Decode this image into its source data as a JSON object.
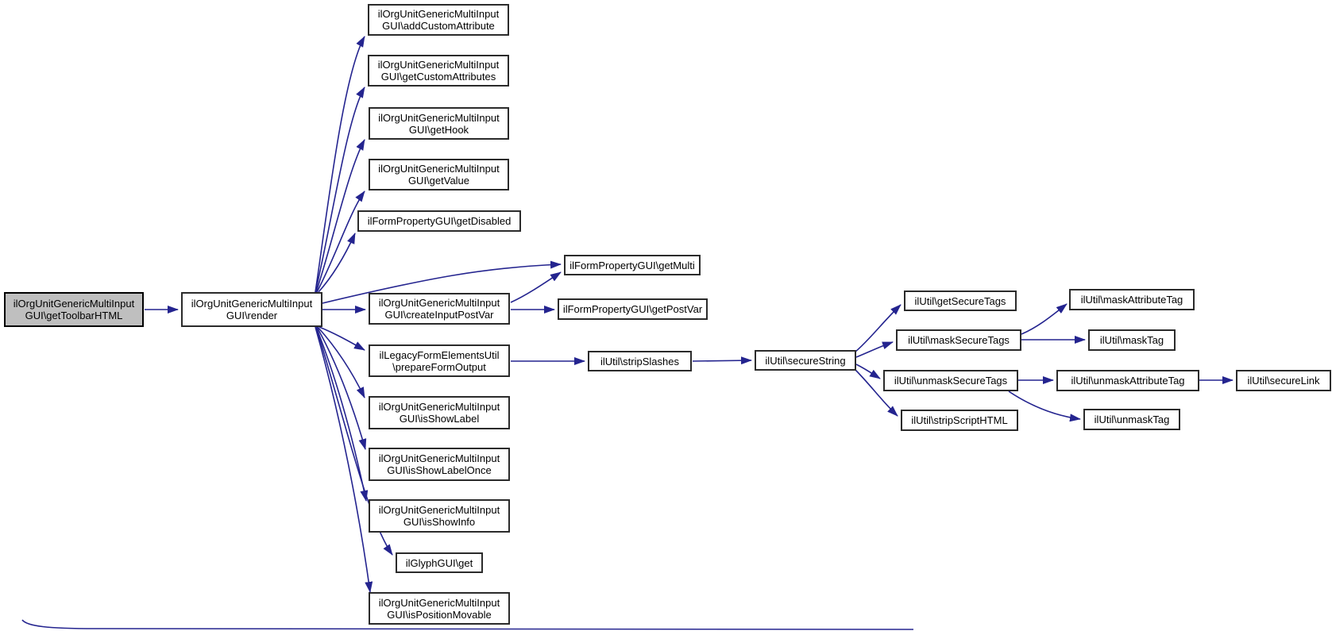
{
  "diagram": {
    "type": "call-graph",
    "highlighted_node": "getToolbarHTML",
    "colors": {
      "edge": "#24248f",
      "node_border": "#2b2b2b",
      "node_fill": "#ffffff",
      "highlight_fill": "#bfbfbf",
      "text": "#000000",
      "background": "#ffffff"
    },
    "nodes": {
      "getToolbarHTML": {
        "label": "ilOrgUnitGenericMultiInput\nGUI\\getToolbarHTML"
      },
      "render": {
        "label": "ilOrgUnitGenericMultiInput\nGUI\\render"
      },
      "addCustomAttribute": {
        "label": "ilOrgUnitGenericMultiInput\nGUI\\addCustomAttribute"
      },
      "getCustomAttributes": {
        "label": "ilOrgUnitGenericMultiInput\nGUI\\getCustomAttributes"
      },
      "getHook": {
        "label": "ilOrgUnitGenericMultiInput\nGUI\\getHook"
      },
      "getValue": {
        "label": "ilOrgUnitGenericMultiInput\nGUI\\getValue"
      },
      "getDisabled": {
        "label": "ilFormPropertyGUI\\getDisabled"
      },
      "getMulti": {
        "label": "ilFormPropertyGUI\\getMulti"
      },
      "createInputPostVar": {
        "label": "ilOrgUnitGenericMultiInput\nGUI\\createInputPostVar"
      },
      "getPostVar": {
        "label": "ilFormPropertyGUI\\getPostVar"
      },
      "prepareFormOutput": {
        "label": "ilLegacyFormElementsUtil\n\\prepareFormOutput"
      },
      "isShowLabel": {
        "label": "ilOrgUnitGenericMultiInput\nGUI\\isShowLabel"
      },
      "isShowLabelOnce": {
        "label": "ilOrgUnitGenericMultiInput\nGUI\\isShowLabelOnce"
      },
      "isShowInfo": {
        "label": "ilOrgUnitGenericMultiInput\nGUI\\isShowInfo"
      },
      "glyphGet": {
        "label": "ilGlyphGUI\\get"
      },
      "isPositionMovable": {
        "label": "ilOrgUnitGenericMultiInput\nGUI\\isPositionMovable"
      },
      "stripSlashes": {
        "label": "ilUtil\\stripSlashes"
      },
      "secureString": {
        "label": "ilUtil\\secureString"
      },
      "getSecureTags": {
        "label": "ilUtil\\getSecureTags"
      },
      "maskSecureTags": {
        "label": "ilUtil\\maskSecureTags"
      },
      "unmaskSecureTags": {
        "label": "ilUtil\\unmaskSecureTags"
      },
      "stripScriptHTML": {
        "label": "ilUtil\\stripScriptHTML"
      },
      "maskAttributeTag": {
        "label": "ilUtil\\maskAttributeTag"
      },
      "maskTag": {
        "label": "ilUtil\\maskTag"
      },
      "unmaskAttributeTag": {
        "label": "ilUtil\\unmaskAttributeTag"
      },
      "unmaskTag": {
        "label": "ilUtil\\unmaskTag"
      },
      "secureLink": {
        "label": "ilUtil\\secureLink"
      }
    },
    "edges": [
      {
        "from": "getToolbarHTML",
        "to": "render"
      },
      {
        "from": "render",
        "to": "addCustomAttribute"
      },
      {
        "from": "render",
        "to": "getCustomAttributes"
      },
      {
        "from": "render",
        "to": "getHook"
      },
      {
        "from": "render",
        "to": "getValue"
      },
      {
        "from": "render",
        "to": "getDisabled"
      },
      {
        "from": "render",
        "to": "getMulti"
      },
      {
        "from": "render",
        "to": "createInputPostVar"
      },
      {
        "from": "render",
        "to": "prepareFormOutput"
      },
      {
        "from": "render",
        "to": "isShowLabel"
      },
      {
        "from": "render",
        "to": "isShowLabelOnce"
      },
      {
        "from": "render",
        "to": "isShowInfo"
      },
      {
        "from": "render",
        "to": "glyphGet"
      },
      {
        "from": "render",
        "to": "isPositionMovable"
      },
      {
        "from": "createInputPostVar",
        "to": "getMulti"
      },
      {
        "from": "createInputPostVar",
        "to": "getPostVar"
      },
      {
        "from": "prepareFormOutput",
        "to": "stripSlashes"
      },
      {
        "from": "stripSlashes",
        "to": "secureString"
      },
      {
        "from": "secureString",
        "to": "getSecureTags"
      },
      {
        "from": "secureString",
        "to": "maskSecureTags"
      },
      {
        "from": "secureString",
        "to": "unmaskSecureTags"
      },
      {
        "from": "secureString",
        "to": "stripScriptHTML"
      },
      {
        "from": "maskSecureTags",
        "to": "maskAttributeTag"
      },
      {
        "from": "maskSecureTags",
        "to": "maskTag"
      },
      {
        "from": "unmaskSecureTags",
        "to": "unmaskAttributeTag"
      },
      {
        "from": "unmaskSecureTags",
        "to": "unmaskTag"
      },
      {
        "from": "unmaskAttributeTag",
        "to": "secureLink"
      }
    ]
  }
}
